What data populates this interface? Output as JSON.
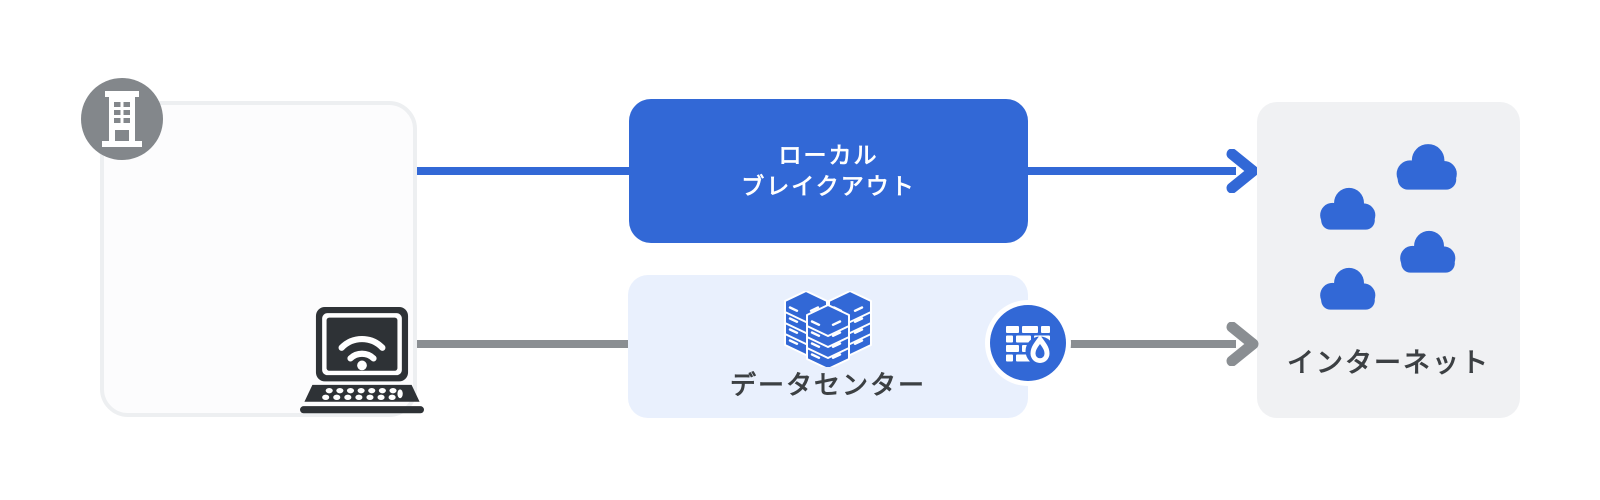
{
  "diagram": {
    "title": "local-breakout-network-diagram",
    "source_node": {
      "name": "branch-office",
      "badge_icon": "office-building-icon",
      "device_icon": "laptop-wifi-icon"
    },
    "paths": [
      {
        "id": "local-breakout",
        "label_line1": "ローカル",
        "label_line2": "ブレイクアウト",
        "style": "blue-solid-node",
        "arrow_color": "#3268D6"
      },
      {
        "id": "datacenter",
        "label": "データセンター",
        "icon": "server-stack-icon",
        "via_icon": "firewall-icon",
        "style": "light-blue-node",
        "arrow_color": "#8A8E92"
      }
    ],
    "destination_node": {
      "label": "インターネット",
      "icon": "cloud-icon",
      "cloud_count": 4
    },
    "colors": {
      "accent_blue": "#3268D6",
      "light_blue_fill": "#E9F0FD",
      "light_gray_fill": "#F0F1F3",
      "line_gray": "#8A8E92",
      "badge_gray": "#83878B",
      "text_dark": "#3C4043",
      "device_dark": "#2E3236",
      "office_border": "#EDEFF1"
    }
  }
}
